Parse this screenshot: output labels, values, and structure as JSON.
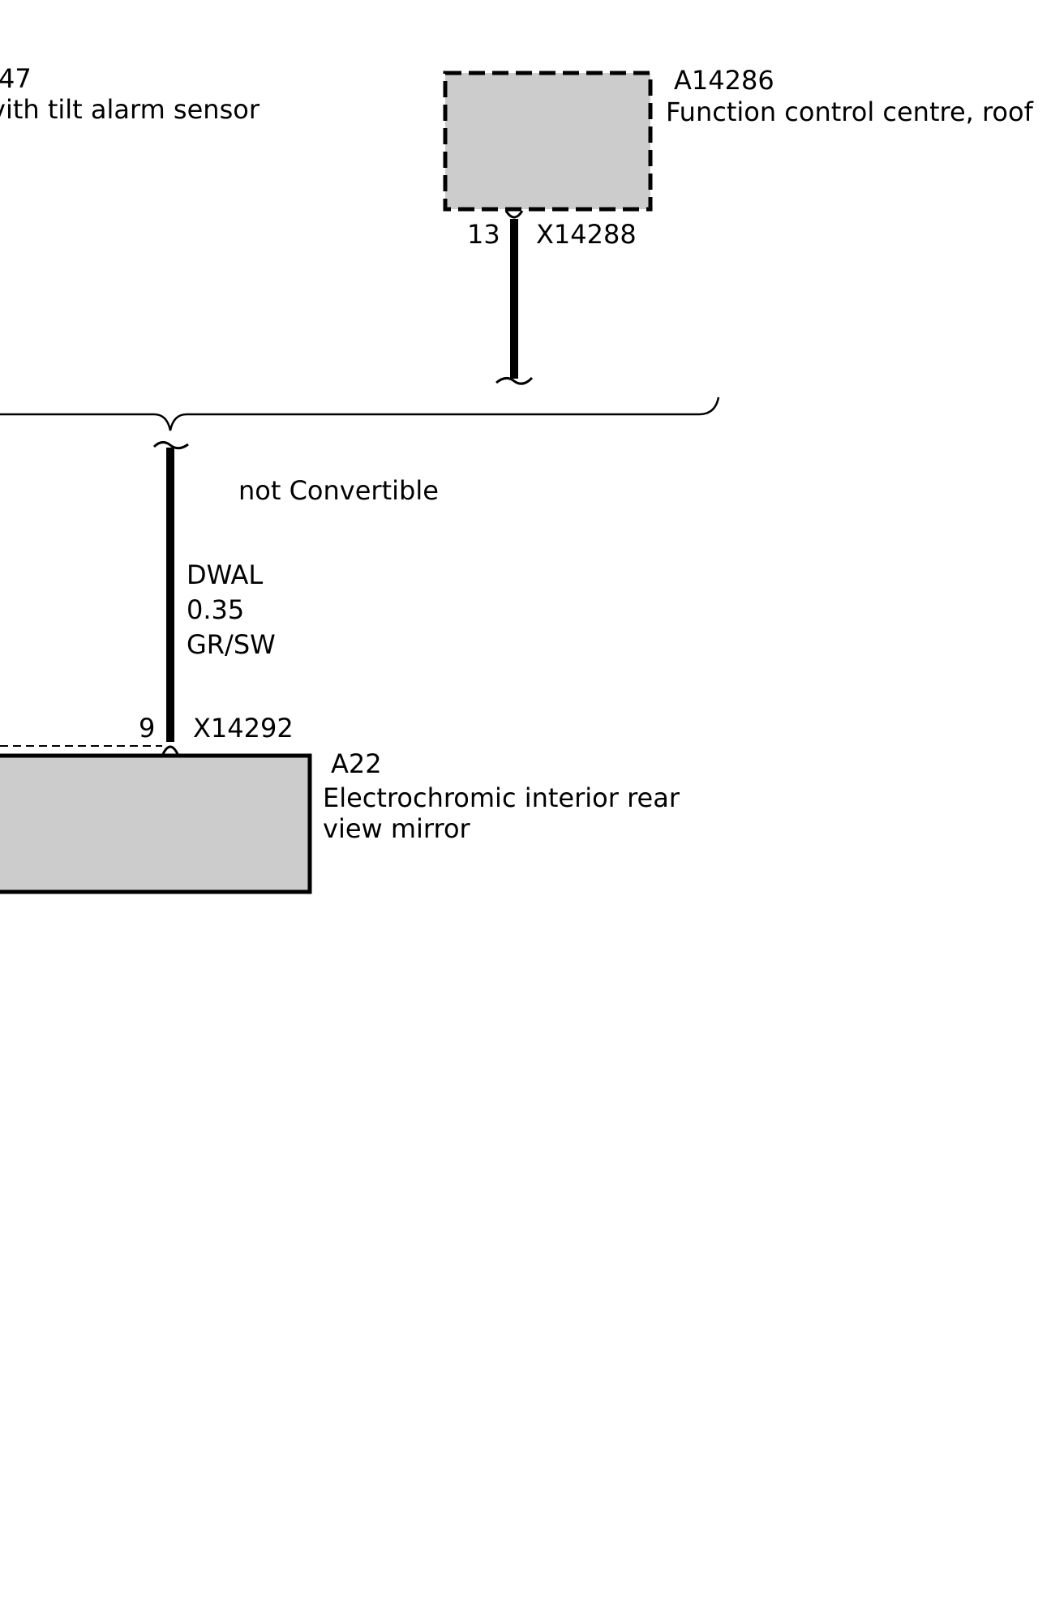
{
  "components": {
    "left_partial": {
      "id_fragment": "47",
      "desc_fragment": "vith tilt alarm sensor"
    },
    "roof_control": {
      "id": "A14286",
      "description": "Function control centre, roof",
      "connector": "X14288",
      "pin": "13",
      "style": "dashed"
    },
    "mirror": {
      "id": "A22",
      "description_line1": "Electrochromic interior rear",
      "description_line2": "view mirror",
      "connector": "X14292",
      "pin": "9",
      "style": "solid"
    }
  },
  "variant_label": "not Convertible",
  "wire": {
    "signal": "DWAL",
    "cross_section": "0.35",
    "color_code": "GR/SW"
  },
  "colors": {
    "component_fill": "#cccccc",
    "line": "#000000",
    "background": "#ffffff"
  }
}
